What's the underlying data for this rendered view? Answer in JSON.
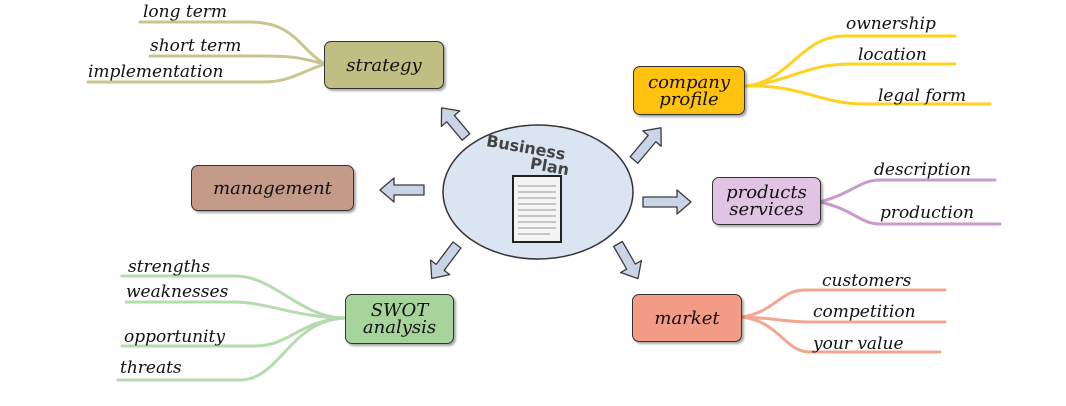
{
  "center": {
    "title_line1": "Business",
    "title_line2": "Plan",
    "icon": "document-icon"
  },
  "nodes": {
    "strategy": {
      "label": "strategy",
      "color": "#bfbf84",
      "leaves": [
        "long term",
        "short term",
        "implementation"
      ],
      "branch_color": "#c9c58f"
    },
    "management": {
      "label": "management",
      "color": "#c49a88"
    },
    "swot": {
      "line1": "SWOT",
      "line2": "analysis",
      "color": "#a7d49b",
      "leaves": [
        "strengths",
        "weaknesses",
        "opportunity",
        "threats"
      ],
      "branch_color": "#b4dcae"
    },
    "company": {
      "line1": "company",
      "line2": "profile",
      "color": "#ffc20e",
      "leaves": [
        "ownership",
        "location",
        "legal form"
      ],
      "branch_color": "#ffd21f"
    },
    "products": {
      "line1": "products",
      "line2": "services",
      "color": "#e1c4e4",
      "leaves": [
        "description",
        "production"
      ],
      "branch_color": "#c89bcc"
    },
    "market": {
      "label": "market",
      "color": "#f29c86",
      "leaves": [
        "customers",
        "competition",
        "your value"
      ],
      "branch_color": "#f4a58e"
    }
  },
  "arrow_color": "#c9d5e6",
  "ellipse_color": "#dbe5f2"
}
